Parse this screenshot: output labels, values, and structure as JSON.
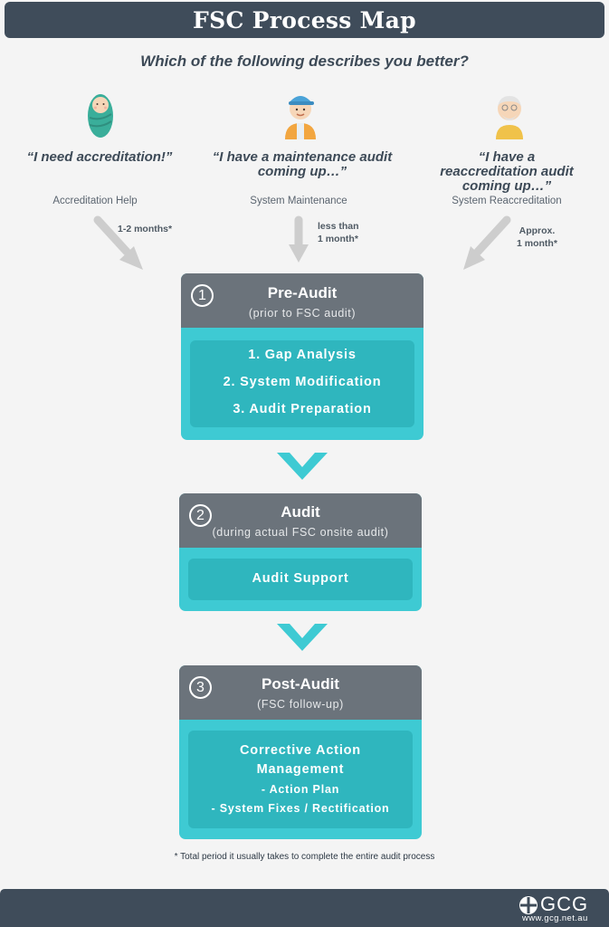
{
  "header": {
    "title": "FSC Process Map"
  },
  "question": "Which of the following describes you better?",
  "personas": [
    {
      "icon": "baby-icon",
      "quote_line1": "“I need accreditation!”",
      "quote_line2": "",
      "service": "Accreditation Help",
      "duration_line1": "1-2 months*",
      "duration_line2": ""
    },
    {
      "icon": "worker-icon",
      "quote_line1": "“I have a maintenance audit",
      "quote_line2": "coming up…”",
      "service": "System Maintenance",
      "duration_line1": "less than",
      "duration_line2": "1 month*"
    },
    {
      "icon": "elder-icon",
      "quote_line1": "“I have a",
      "quote_line2": "reaccreditation audit",
      "quote_line3": "coming up…”",
      "service": "System Reaccreditation",
      "duration_line1": "Approx.",
      "duration_line2": "1 month*"
    }
  ],
  "stages": [
    {
      "number": "1",
      "title": "Pre-Audit",
      "subtitle": "(prior to FSC audit)",
      "steps": [
        "1. Gap Analysis",
        "2. System Modification",
        "3. Audit Preparation"
      ]
    },
    {
      "number": "2",
      "title": "Audit",
      "subtitle": "(during actual FSC onsite audit)",
      "steps": [
        "Audit Support"
      ]
    },
    {
      "number": "3",
      "title": "Post-Audit",
      "subtitle": "(FSC follow-up)",
      "steps": [
        "Corrective Action",
        "Management",
        "- Action Plan",
        "- System Fixes / Rectification"
      ]
    }
  ],
  "footnote": "* Total period it usually takes to complete the entire audit process",
  "footer": {
    "logo_text": "GCG",
    "website": "www.gcg.net.au"
  },
  "colors": {
    "dark": "#3f4c5a",
    "teal": "#3ecad3",
    "teal_dark": "#2fb6be",
    "grey": "#6b737b"
  }
}
